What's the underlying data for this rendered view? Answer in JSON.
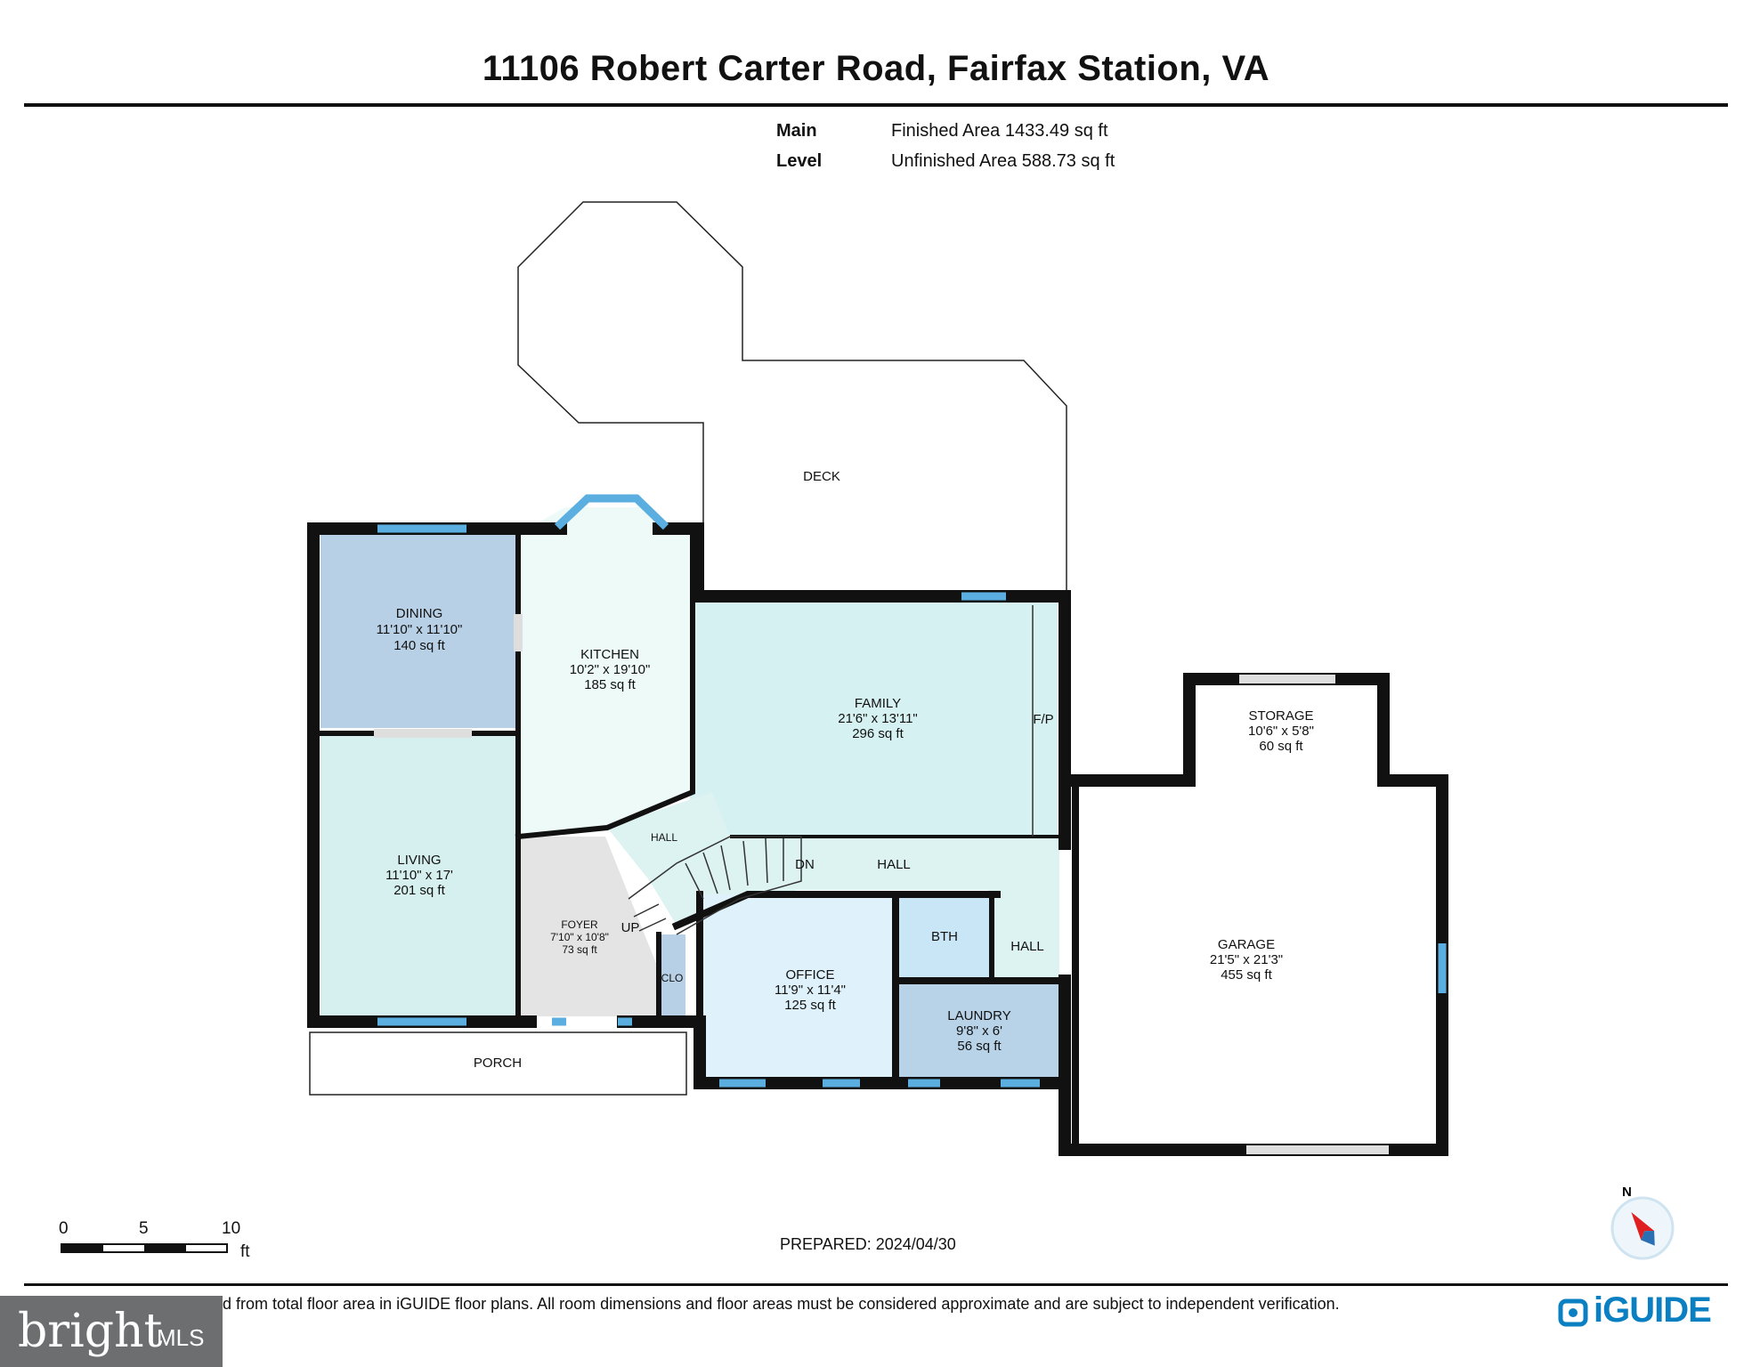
{
  "title": "11106 Robert Carter Road, Fairfax Station, VA",
  "level": {
    "name": "Main Level",
    "finished": "Finished Area 1433.49 sq ft",
    "unfinished": "Unfinished Area 588.73 sq ft"
  },
  "rooms": {
    "deck": {
      "name": "DECK"
    },
    "dining": {
      "name": "DINING",
      "dims": "11'10\" x 11'10\"",
      "area": "140 sq ft"
    },
    "kitchen": {
      "name": "KITCHEN",
      "dims": "10'2\" x 19'10\"",
      "area": "185 sq ft"
    },
    "family": {
      "name": "FAMILY",
      "dims": "21'6\" x 13'11\"",
      "area": "296 sq ft"
    },
    "fireplace": {
      "name": "F/P"
    },
    "storage": {
      "name": "STORAGE",
      "dims": "10'6\" x 5'8\"",
      "area": "60 sq ft"
    },
    "living": {
      "name": "LIVING",
      "dims": "11'10\" x 17'",
      "area": "201 sq ft"
    },
    "hall_kitchen": {
      "name": "HALL"
    },
    "hall_center": {
      "name": "HALL"
    },
    "hall_side": {
      "name": "HALL"
    },
    "stairs_down": {
      "name": "DN"
    },
    "stairs_up": {
      "name": "UP"
    },
    "foyer": {
      "name": "FOYER",
      "dims": "7'10\" x 10'8\"",
      "area": "73 sq ft"
    },
    "closet": {
      "name": "CLO"
    },
    "office": {
      "name": "OFFICE",
      "dims": "11'9\" x 11'4\"",
      "area": "125 sq ft"
    },
    "bath": {
      "name": "BTH"
    },
    "laundry": {
      "name": "LAUNDRY",
      "dims": "9'8\" x 6'",
      "area": "56 sq ft"
    },
    "garage": {
      "name": "GARAGE",
      "dims": "21'5\" x 21'3\"",
      "area": "455 sq ft"
    },
    "porch": {
      "name": "PORCH"
    }
  },
  "colors": {
    "wall": "#111111",
    "window": "#5aaee0",
    "dining_fill": "#b7d0e6",
    "kitchen_fill": "#eefaf8",
    "family_fill": "#d6f1f1",
    "living_fill": "#d5f0ee",
    "foyer_fill": "#e4e4e4",
    "office_fill": "#dff1fa",
    "bath_fill": "#c9e6f7",
    "laundry_fill": "#b8d3e8",
    "hall_fill": "#dcf3f1"
  },
  "scale": {
    "ticks": [
      "0",
      "5",
      "10"
    ],
    "unit": "ft"
  },
  "compass": {
    "label": "N",
    "icon": "north-arrow-icon"
  },
  "prepared": "PREPARED: 2024/04/30",
  "disclaimer": "d from total floor area in iGUIDE floor plans. All room dimensions and floor areas must be considered approximate and are subject to independent verification.",
  "logos": {
    "bright_word": "bright",
    "bright_mls": "MLS",
    "iguide": "iGUIDE"
  }
}
